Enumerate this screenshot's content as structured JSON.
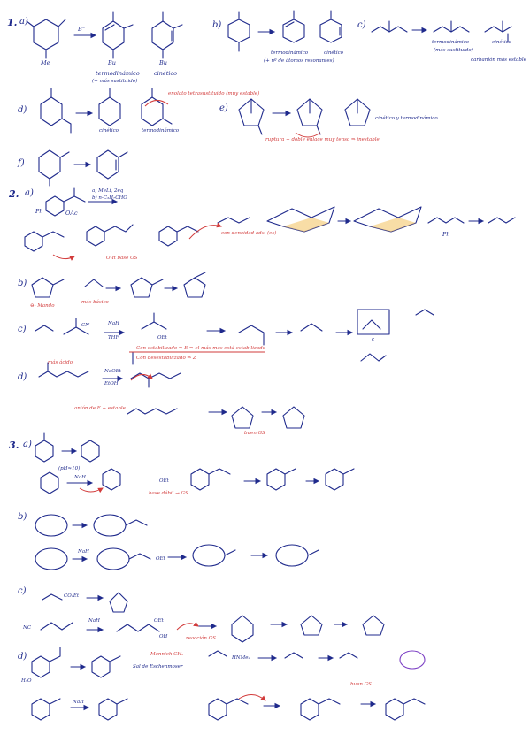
{
  "colors": {
    "ink": "#1f2a8c",
    "annotation": "#d23b3b",
    "highlight": "#f2c15c",
    "circle": "#7b3fc4"
  },
  "problem1": {
    "number": "1.",
    "a": {
      "label": "a)",
      "reagent": "B⁻",
      "substituent_me": "Me",
      "substituent_bu": "Bu",
      "thermo_label": "termodinámico",
      "thermo_note": "(+ más sustituido)",
      "kinetic_label": "cinético"
    },
    "b": {
      "label": "b)",
      "thermo_label": "termodinámico",
      "thermo_note": "(+ nº de átomos resonantes)",
      "kinetic_label": "cinético"
    },
    "c": {
      "label": "c)",
      "thermo_label": "termodinámico",
      "thermo_note": "(más sustituido)",
      "kinetic_label": "cinético",
      "kinetic_note": "carbanión más estable"
    },
    "d": {
      "label": "d)",
      "kinetic_label": "cinético",
      "thermo_label": "termodinámico",
      "thermo_note": "enolato tetrasustituido (muy estable)"
    },
    "e": {
      "label": "e)",
      "bridge_note": "ruptura + doble enlace muy tenso ⇒ inestable",
      "thermo_label": "cinético y termodinámico"
    },
    "f": {
      "label": "f)"
    }
  },
  "problem2": {
    "number": "2.",
    "a": {
      "label": "a)",
      "substituent_ph": "Ph",
      "substituent_oac": "OAc",
      "reagents": [
        "a) MeLi, 2eq",
        "b) n-C₃H₇CHO"
      ],
      "base_note": "O-R base OS",
      "transition_note": "con dencidad adsl (es)",
      "product_ph": "Ph"
    },
    "b": {
      "label": "b)",
      "note_a": "⊖- Mando",
      "note_b": "más básico"
    },
    "c": {
      "label": "c)",
      "reagent_top": "NaH",
      "reagent_bottom": "THF",
      "ester": "OEt",
      "nitrile": "CN",
      "product_label": "c",
      "footnote_1": "Con estabilizado ⇒ E ⇒ el más mas está estabilizado",
      "footnote_2": "Con desestabilizado ⇒ Z"
    },
    "d": {
      "label": "d)",
      "note_top": "más ácido",
      "reagent_top": "NaOEt",
      "reagent_bottom": "EtOH",
      "note_side": "anión de E + estable",
      "leaving": "buen GS"
    }
  },
  "problem3": {
    "number": "3.",
    "a": {
      "label": "a)",
      "ph_note": "(pH≈10)",
      "reagent": "NaH",
      "ester": "OEt",
      "note": "base débil → GS"
    },
    "b": {
      "label": "b)",
      "reagent": "NaH",
      "ester": "OEt"
    },
    "c": {
      "label": "c)",
      "start_ester": "CO₂Et",
      "nitrile": "NC",
      "reagent": "NaH",
      "ester": "OEt",
      "group": "OH",
      "note": "reacción GS"
    },
    "d": {
      "label": "d)",
      "substituent": "H₃O",
      "reagent_box": "Mannich CH₂",
      "reagent_line": "Sal de Eschenmoser",
      "amine": "HNMe₂",
      "reagent_2": "NaH",
      "note_good": "buen GS"
    }
  }
}
